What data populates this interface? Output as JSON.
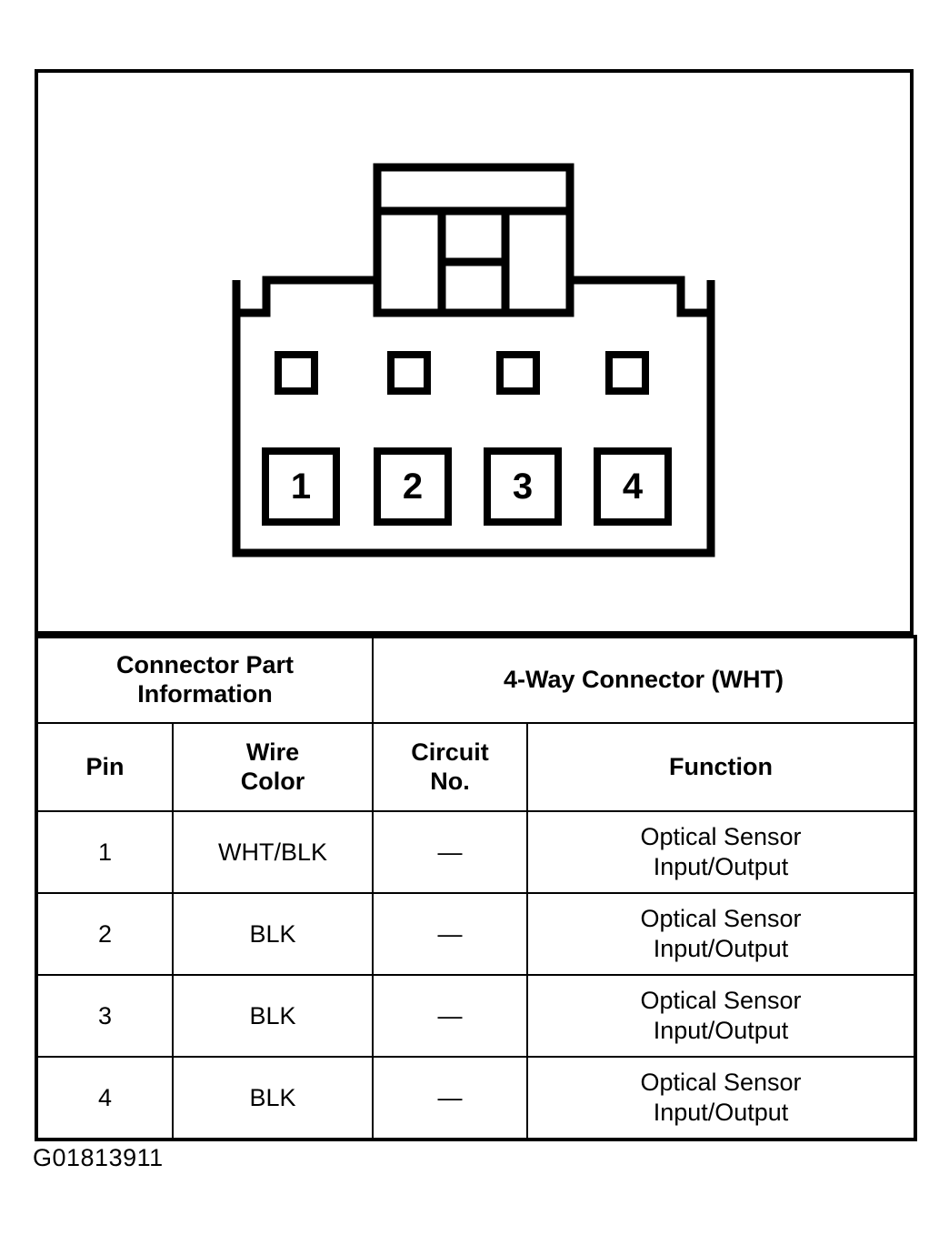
{
  "figure": {
    "code": "G01813911"
  },
  "connector_diagram": {
    "title": "4-way connector face view",
    "pin_labels": [
      "1",
      "2",
      "3",
      "4"
    ],
    "stroke_color": "#000000",
    "fill_color": "#ffffff"
  },
  "table": {
    "group_headers": {
      "left": {
        "line1": "Connector Part",
        "line2": "Information"
      },
      "right": "4-Way Connector (WHT)"
    },
    "column_headers": {
      "pin": "Pin",
      "wire_color_line1": "Wire",
      "wire_color_line2": "Color",
      "circuit_no_line1": "Circuit",
      "circuit_no_line2": "No.",
      "function": "Function"
    },
    "rows": [
      {
        "pin": "1",
        "wire_color": "WHT/BLK",
        "circuit_no": "—",
        "function_line1": "Optical Sensor",
        "function_line2": "Input/Output"
      },
      {
        "pin": "2",
        "wire_color": "BLK",
        "circuit_no": "—",
        "function_line1": "Optical Sensor",
        "function_line2": "Input/Output"
      },
      {
        "pin": "3",
        "wire_color": "BLK",
        "circuit_no": "—",
        "function_line1": "Optical Sensor",
        "function_line2": "Input/Output"
      },
      {
        "pin": "4",
        "wire_color": "BLK",
        "circuit_no": "—",
        "function_line1": "Optical Sensor",
        "function_line2": "Input/Output"
      }
    ]
  }
}
